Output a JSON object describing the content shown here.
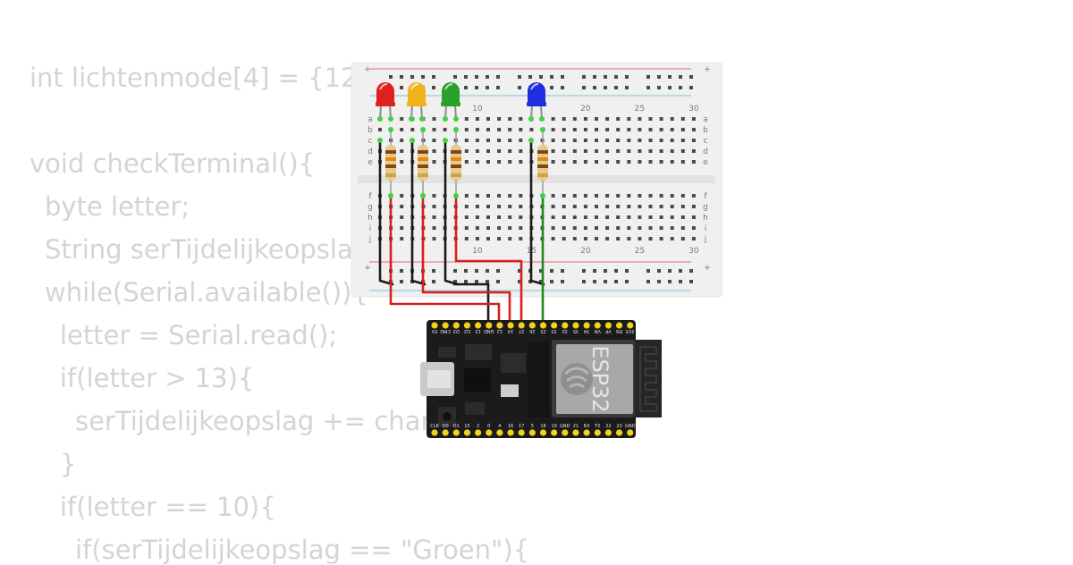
{
  "code_lines": [
    "int lichtenmode[4] = {12",
    "",
    "void checkTerminal(){",
    "  byte letter;",
    "  String serTijdelijkeopsla",
    "  while(Serial.available()){",
    "    letter = Serial.read();",
    "    if(letter > 13){",
    "      serTijdelijkeopslag += char",
    "    }",
    "    if(letter == 10){",
    "      if(serTijdelijkeopslag == \"Groen\"){"
  ],
  "breadboard": {
    "column_labels_top": [
      "10",
      "20",
      "25",
      "30"
    ],
    "column_labels_bottom": [
      "10",
      "15",
      "20",
      "25",
      "30"
    ],
    "row_labels_top": [
      "a",
      "b",
      "c",
      "d",
      "e"
    ],
    "row_labels_bottom": [
      "f",
      "g",
      "h",
      "i",
      "j"
    ],
    "rail_plus": "+"
  },
  "leds": [
    {
      "color": "red",
      "hex": "#e01f1f"
    },
    {
      "color": "yellow",
      "hex": "#f0b21c"
    },
    {
      "color": "green",
      "hex": "#2aa12a"
    },
    {
      "color": "blue",
      "hex": "#1f2fe0"
    }
  ],
  "board": {
    "chip_label": "ESP32",
    "pins_top": [
      "3V3",
      "EN",
      "VP",
      "VN",
      "34",
      "35",
      "32",
      "33",
      "25",
      "26",
      "27",
      "14",
      "12",
      "GND",
      "13",
      "D2",
      "D3",
      "CMD",
      "5V"
    ],
    "pins_bottom": [
      "GND",
      "23",
      "22",
      "TX",
      "RX",
      "21",
      "GND",
      "19",
      "18",
      "5",
      "17",
      "16",
      "4",
      "0",
      "2",
      "15",
      "D1",
      "D0",
      "CLK"
    ]
  },
  "colors": {
    "wire_black": "#1a1a1a",
    "wire_red": "#d81e1e",
    "wire_green": "#1e8a1e",
    "board": "#1b1b1b",
    "pin_gold": "#f2d31b"
  }
}
